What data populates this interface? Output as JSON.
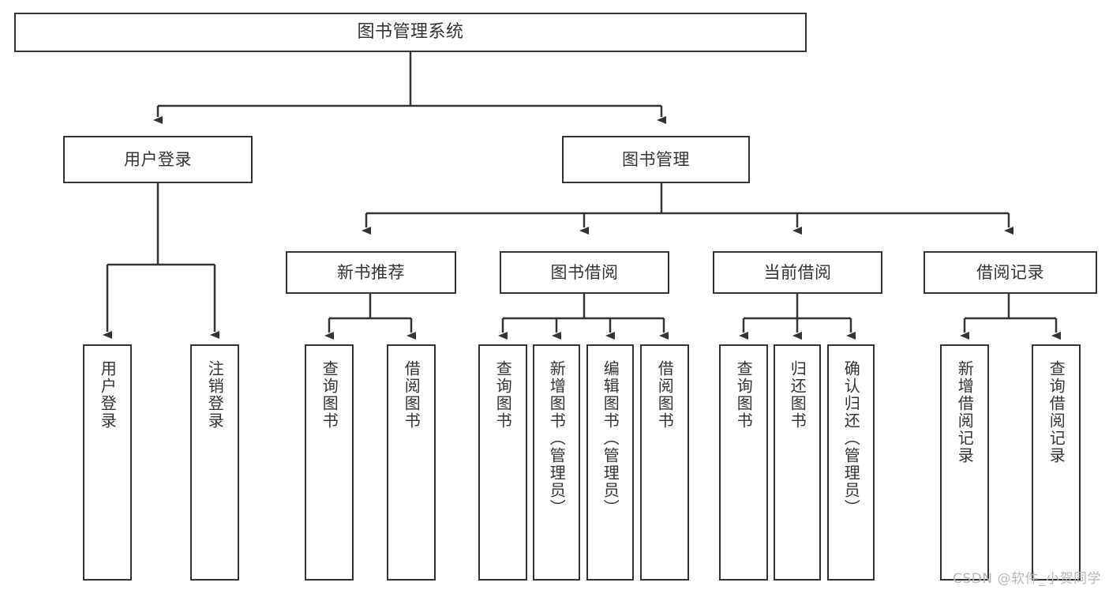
{
  "diagram": {
    "title": "图书管理系统",
    "type": "功能结构图",
    "colors": {
      "stroke": "#333333",
      "fill": "#ffffff",
      "text": "#333333",
      "watermark": "#b8b8b8"
    },
    "watermark": "CSDN @软件_小贺同学",
    "nodes": {
      "root": {
        "label": "图书管理系统"
      },
      "level2": [
        {
          "id": "user-login",
          "label": "用户登录"
        },
        {
          "id": "book-manage",
          "label": "图书管理"
        }
      ],
      "level3": [
        {
          "id": "new-book-recommend",
          "label": "新书推荐"
        },
        {
          "id": "book-borrow",
          "label": "图书借阅"
        },
        {
          "id": "current-borrow",
          "label": "当前借阅"
        },
        {
          "id": "borrow-record",
          "label": "借阅记录"
        }
      ],
      "leaves": {
        "user_login": [
          {
            "id": "leaf-user-login",
            "label": "用户登录"
          },
          {
            "id": "leaf-logout-login",
            "label": "注销登录"
          }
        ],
        "new_book_recommend": [
          {
            "id": "leaf-query-book-1",
            "label": "查询图书"
          },
          {
            "id": "leaf-borrow-book-1",
            "label": "借阅图书"
          }
        ],
        "book_borrow": [
          {
            "id": "leaf-query-book-2",
            "label": "查询图书"
          },
          {
            "id": "leaf-add-book",
            "label": "新增图书（管理员）"
          },
          {
            "id": "leaf-edit-book",
            "label": "编辑图书（管理员）"
          },
          {
            "id": "leaf-borrow-book-2",
            "label": "借阅图书"
          }
        ],
        "current_borrow": [
          {
            "id": "leaf-query-book-3",
            "label": "查询图书"
          },
          {
            "id": "leaf-return-book",
            "label": "归还图书"
          },
          {
            "id": "leaf-confirm-return",
            "label": "确认归还（管理员）"
          }
        ],
        "borrow_record": [
          {
            "id": "leaf-add-record",
            "label": "新增借阅记录"
          },
          {
            "id": "leaf-query-record",
            "label": "查询借阅记录"
          }
        ]
      }
    },
    "edges": [
      {
        "from": "图书管理系统",
        "to": "用户登录"
      },
      {
        "from": "图书管理系统",
        "to": "图书管理"
      },
      {
        "from": "用户登录",
        "to": "用户登录"
      },
      {
        "from": "用户登录",
        "to": "注销登录"
      },
      {
        "from": "图书管理",
        "to": "新书推荐"
      },
      {
        "from": "图书管理",
        "to": "图书借阅"
      },
      {
        "from": "图书管理",
        "to": "当前借阅"
      },
      {
        "from": "图书管理",
        "to": "借阅记录"
      },
      {
        "from": "新书推荐",
        "to": "查询图书"
      },
      {
        "from": "新书推荐",
        "to": "借阅图书"
      },
      {
        "from": "图书借阅",
        "to": "查询图书"
      },
      {
        "from": "图书借阅",
        "to": "新增图书（管理员）"
      },
      {
        "from": "图书借阅",
        "to": "编辑图书（管理员）"
      },
      {
        "from": "图书借阅",
        "to": "借阅图书"
      },
      {
        "from": "当前借阅",
        "to": "查询图书"
      },
      {
        "from": "当前借阅",
        "to": "归还图书"
      },
      {
        "from": "当前借阅",
        "to": "确认归还（管理员）"
      },
      {
        "from": "借阅记录",
        "to": "新增借阅记录"
      },
      {
        "from": "借阅记录",
        "to": "查询借阅记录"
      }
    ]
  }
}
